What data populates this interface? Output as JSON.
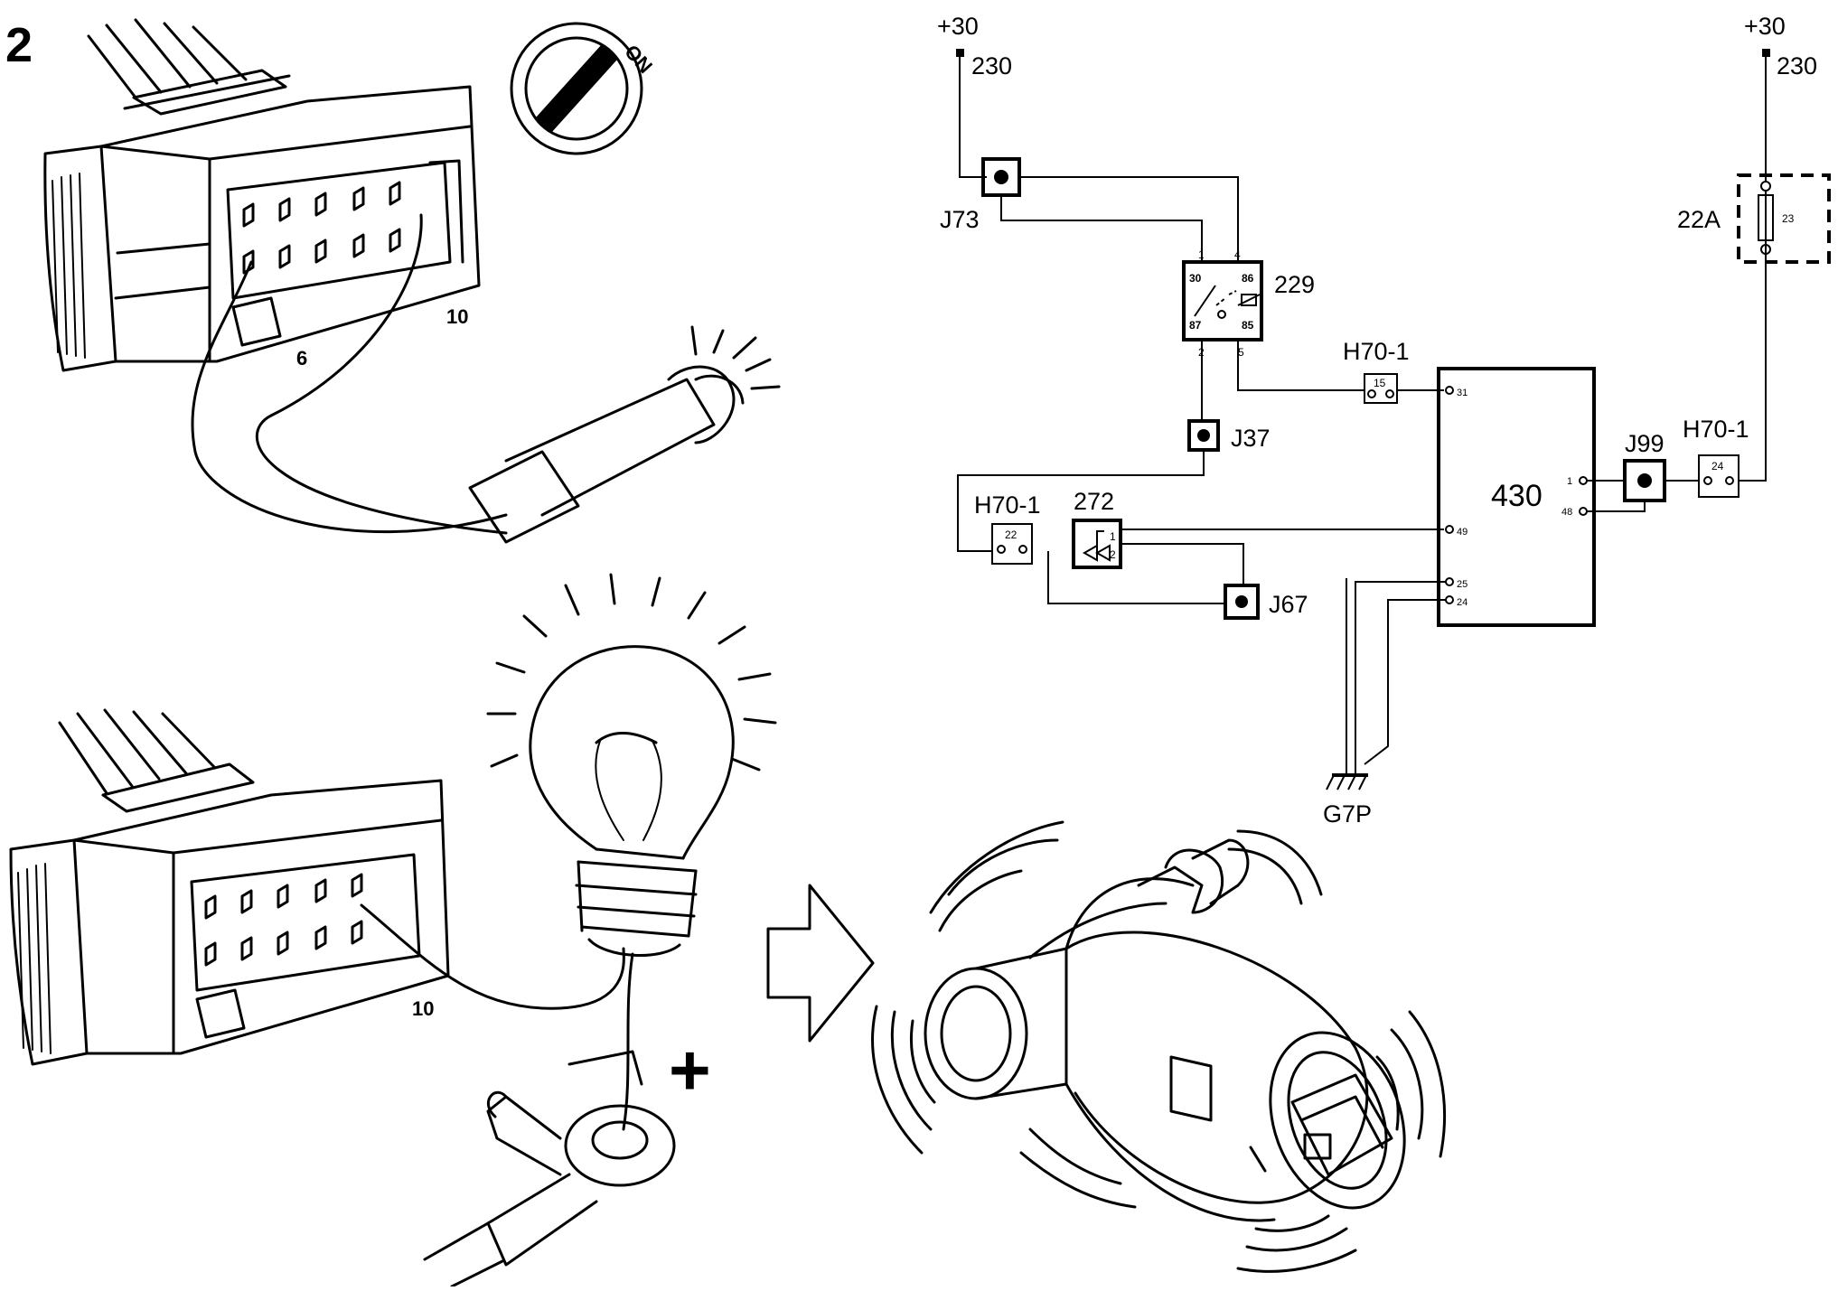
{
  "step_number": "2",
  "ignition_switch": {
    "label": "ON"
  },
  "connector_top": {
    "pin_a": "6",
    "pin_b": "10"
  },
  "connector_bottom": {
    "pin": "10"
  },
  "plus_sign": "+",
  "schematic": {
    "supply_left": {
      "terminal": "+30",
      "wire": "230"
    },
    "supply_right": {
      "terminal": "+30",
      "wire": "230"
    },
    "j73": "J73",
    "relay": {
      "label": "229",
      "pin_1": "1",
      "pin_4": "4",
      "pin_2": "2",
      "pin_5": "5",
      "t30": "30",
      "t86": "86",
      "t87": "87",
      "t85": "85"
    },
    "j37": "J37",
    "h70_top": {
      "label": "H70-1",
      "pin": "15"
    },
    "h70_left": {
      "label": "H70-1",
      "pin": "22"
    },
    "h70_right": {
      "label": "H70-1",
      "pin": "24"
    },
    "valve": {
      "label": "272",
      "pin_1": "1",
      "pin_2": "2"
    },
    "j67": "J67",
    "ecu": {
      "label": "430",
      "p31": "31",
      "p49": "49",
      "p25": "25",
      "p24": "24",
      "p1": "1",
      "p48": "48"
    },
    "j99": "J99",
    "fuse": {
      "label": "22A",
      "number": "23"
    },
    "ground": "G7P"
  }
}
